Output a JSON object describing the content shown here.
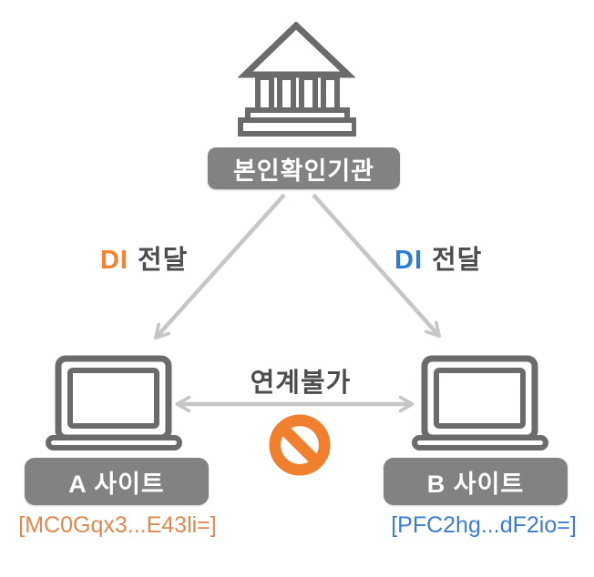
{
  "institution": {
    "label": "본인확인기관",
    "icon": "bank-icon"
  },
  "flows": {
    "left": {
      "highlight": "DI",
      "label": "전달",
      "highlight_color": "#F6822D"
    },
    "right": {
      "highlight": "DI",
      "label": "전달",
      "highlight_color": "#2E7CD9"
    }
  },
  "link": {
    "label": "연계불가",
    "icon": "prohibition-icon",
    "prohibition_color": "#F0802D"
  },
  "sites": {
    "a": {
      "label": "A 사이트",
      "icon": "laptop-icon",
      "di_value": "[MC0Gqx3...E43li=]",
      "value_color": "#E08850"
    },
    "b": {
      "label": "B 사이트",
      "icon": "laptop-icon",
      "di_value": "[PFC2hg...dF2io=]",
      "value_color": "#3C7DD2"
    }
  },
  "colors": {
    "box_gray": "#828282",
    "icon_gray": "#6B6B6B",
    "arrow_gray": "#C6C6C6",
    "text_dark": "#4D4D4D"
  }
}
